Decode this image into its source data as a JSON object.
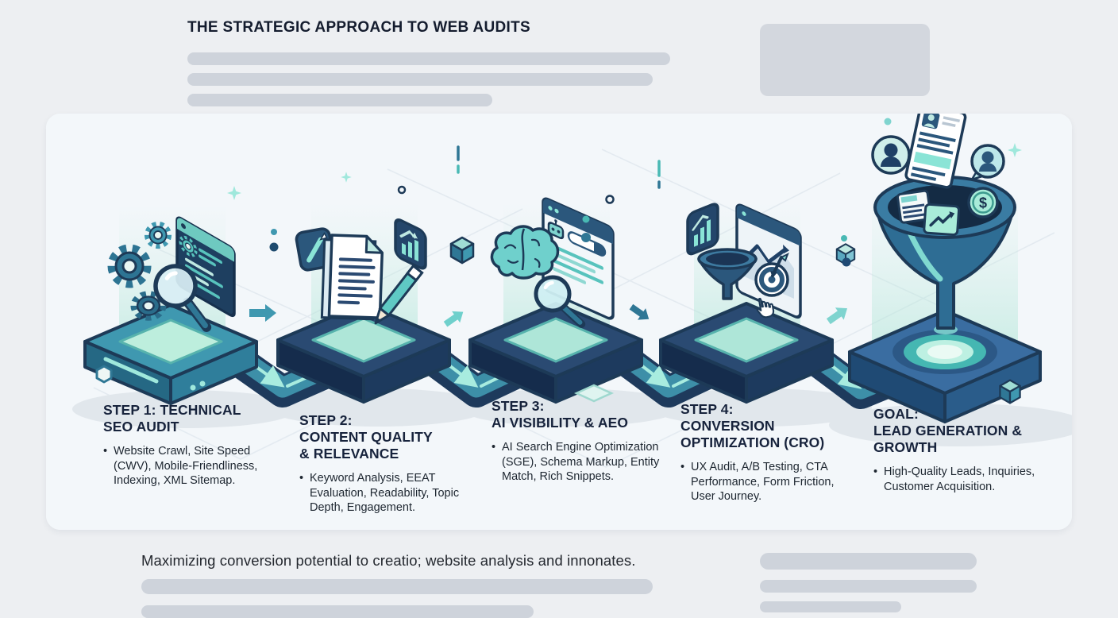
{
  "page": {
    "title": "THE STRATEGIC APPROACH TO WEB AUDITS",
    "caption": "Maximizing conversion potential to creatio; website analysis and innonates."
  },
  "steps": [
    {
      "title_lines": [
        "STEP 1: TECHNICAL",
        "SEO AUDIT"
      ],
      "bullet": "Website Crawl, Site Speed (CWV), Mobile-Friendliness, Indexing, XML Sitemap.",
      "icons": [
        "gear-icon",
        "magnifier-icon",
        "code-window-icon"
      ]
    },
    {
      "title_lines": [
        "STEP 2:",
        "CONTENT QUALITY",
        "& RELEVANCE"
      ],
      "bullet": "Keyword Analysis, EEAT Evaluation, Readability, Topic Depth, Engagement.",
      "icons": [
        "pencil-badge-icon",
        "document-icon",
        "pencil-icon",
        "bar-chart-badge-icon"
      ]
    },
    {
      "title_lines": [
        "STEP 3:",
        "AI VISIBILITY & AEO"
      ],
      "bullet": "AI Search Engine Optimization (SGE), Schema Markup, Entity Match, Rich Snippets.",
      "icons": [
        "brain-icon",
        "ai-browser-icon",
        "magnifier-icon"
      ]
    },
    {
      "title_lines": [
        "STEP 4:",
        "CONVERSION",
        "OPTIMIZATION (CRO)"
      ],
      "bullet": "UX Audit, A/B Testing, CTA Performance, Form Friction, User Journey.",
      "icons": [
        "bar-chart-badge-icon",
        "line-chart-window-icon",
        "funnel-icon",
        "target-icon",
        "hand-cursor-icon"
      ]
    },
    {
      "title_lines": [
        "GOAL:",
        "LEAD GENERATION &",
        "GROWTH"
      ],
      "bullet": "High-Quality Leads, Inquiries, Customer Acquisition.",
      "icons": [
        "goal-funnel-icon",
        "user-avatar-icon",
        "profile-card-icon",
        "dollar-coin-icon",
        "growth-chart-icon",
        "list-icon"
      ]
    }
  ],
  "goal": {
    "dollar_label": "$"
  },
  "colors": {
    "background": "#edeff2",
    "card": "#fbfdfe",
    "navy_outline": "#1d3a57",
    "navy_panel": "#24466b",
    "teal": "#3f98b0",
    "mint": "#8ae4d6",
    "mint_light": "#bdeedd",
    "steel_blue": "#3a6da1",
    "skeleton_gray": "#ced3db",
    "heading_text": "#17233c",
    "body_text": "#1d2630"
  }
}
